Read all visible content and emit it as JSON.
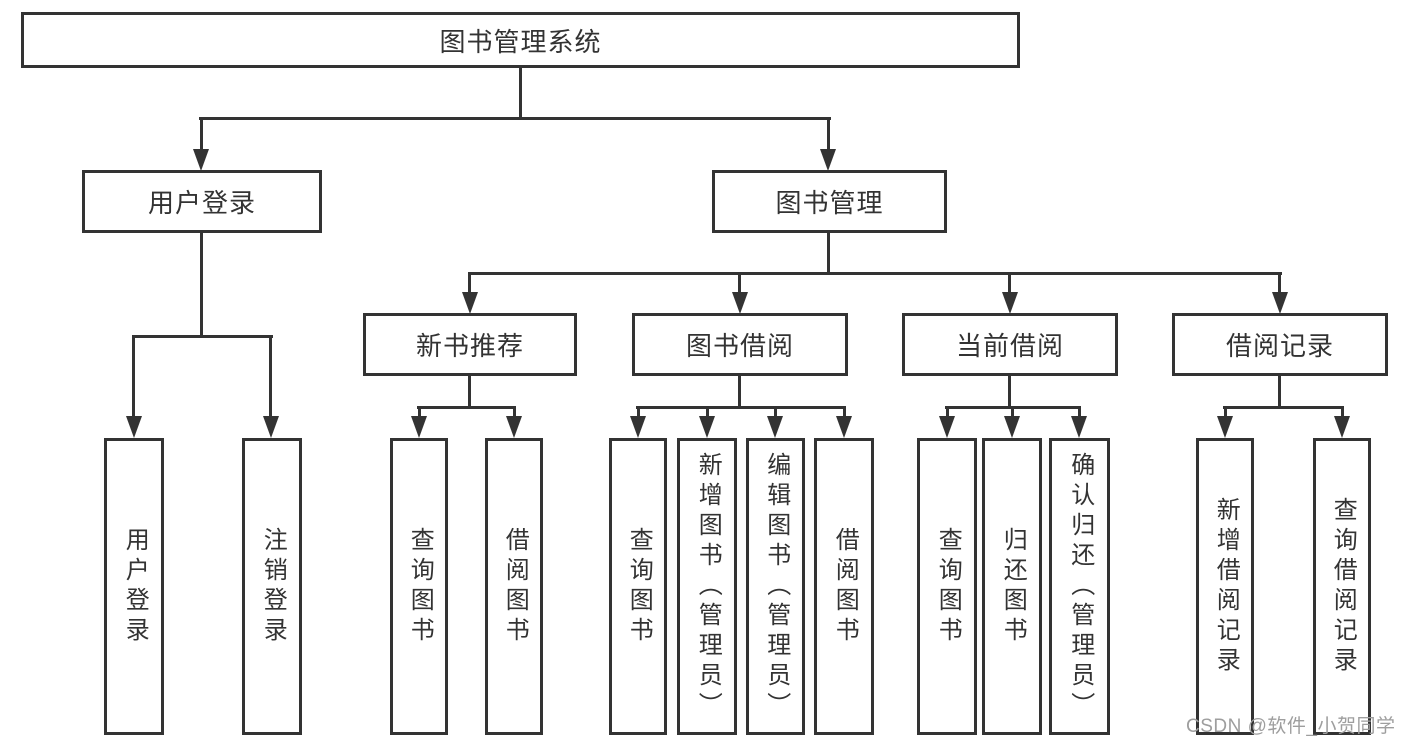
{
  "diagram_type": "hierarchy-tree",
  "colors": {
    "line": "#333333",
    "box_fill": "#ffffff",
    "text": "#333333",
    "watermark": "#9e9e9e"
  },
  "tree": {
    "label": "图书管理系统",
    "children": [
      {
        "label": "用户登录",
        "children": [
          {
            "label": "用户登录"
          },
          {
            "label": "注销登录"
          }
        ]
      },
      {
        "label": "图书管理",
        "children": [
          {
            "label": "新书推荐",
            "children": [
              {
                "label": "查询图书"
              },
              {
                "label": "借阅图书"
              }
            ]
          },
          {
            "label": "图书借阅",
            "children": [
              {
                "label": "查询图书"
              },
              {
                "label": "新增图书（管理员）"
              },
              {
                "label": "编辑图书（管理员）"
              },
              {
                "label": "借阅图书"
              }
            ]
          },
          {
            "label": "当前借阅",
            "children": [
              {
                "label": "查询图书"
              },
              {
                "label": "归还图书"
              },
              {
                "label": "确认归还（管理员）"
              }
            ]
          },
          {
            "label": "借阅记录",
            "children": [
              {
                "label": "新增借阅记录"
              },
              {
                "label": "查询借阅记录"
              }
            ]
          }
        ]
      }
    ]
  },
  "watermark": {
    "text": "CSDN @软件_小贺同学"
  }
}
